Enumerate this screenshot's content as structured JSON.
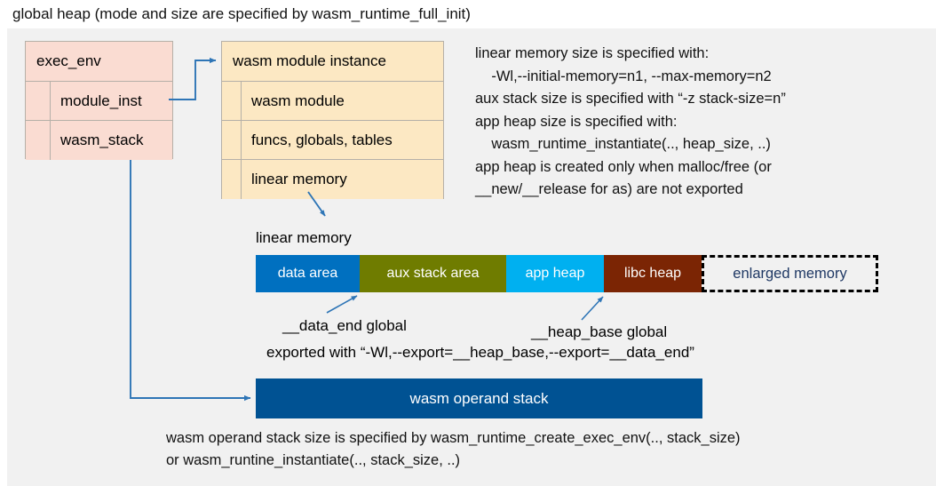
{
  "title": "global heap (mode and size are specified by wasm_runtime_full_init)",
  "colors": {
    "panel_bg": "#f1f1f1",
    "exec_env_bg": "#fadcd2",
    "module_instance_bg": "#fce8c3",
    "box_border": "#b5b0a8",
    "arrow": "#2e75b6",
    "data_area": "#0070c0",
    "aux_stack_area": "#6f7c00",
    "app_heap": "#00b0f0",
    "libc_heap": "#7b2504",
    "enlarged_memory_text": "#1f3864",
    "operand_stack": "#005293"
  },
  "exec_env": {
    "header": "exec_env",
    "fields": [
      {
        "label": "module_inst"
      },
      {
        "label": "wasm_stack"
      }
    ]
  },
  "module_instance": {
    "header": "wasm module instance",
    "fields": [
      {
        "label": "wasm module"
      },
      {
        "label": "funcs, globals, tables"
      },
      {
        "label": "linear memory"
      }
    ]
  },
  "info_text": "linear memory size is specified with:\n    -Wl,--initial-memory=n1, --max-memory=n2\naux stack size is specified with “-z stack-size=n”\napp heap size is specified with:\n    wasm_runtime_instantiate(.., heap_size, ..)\napp heap is created only when malloc/free (or\n__new/__release for as) are not exported",
  "linear_memory": {
    "caption": "linear memory",
    "segments": [
      {
        "label": "data area",
        "color": "#0070c0",
        "width": 117,
        "style": "solid"
      },
      {
        "label": "aux stack area",
        "color": "#6f7c00",
        "width": 165,
        "style": "solid"
      },
      {
        "label": "app heap",
        "color": "#00b0f0",
        "width": 110,
        "style": "solid"
      },
      {
        "label": "libc heap",
        "color": "#7b2504",
        "width": 110,
        "style": "solid"
      },
      {
        "label": "enlarged memory",
        "color": "#f1f1f1",
        "width": 199,
        "style": "dashed"
      }
    ]
  },
  "globals": {
    "data_end": "__data_end global",
    "heap_base": "__heap_base global",
    "exported_with": "exported with “-Wl,--export=__heap_base,--export=__data_end”"
  },
  "operand_stack": {
    "label": "wasm operand stack",
    "note": "wasm operand stack size is specified by wasm_runtime_create_exec_env(.., stack_size)\nor wasm_runtine_instantiate(.., stack_size, ..)"
  }
}
